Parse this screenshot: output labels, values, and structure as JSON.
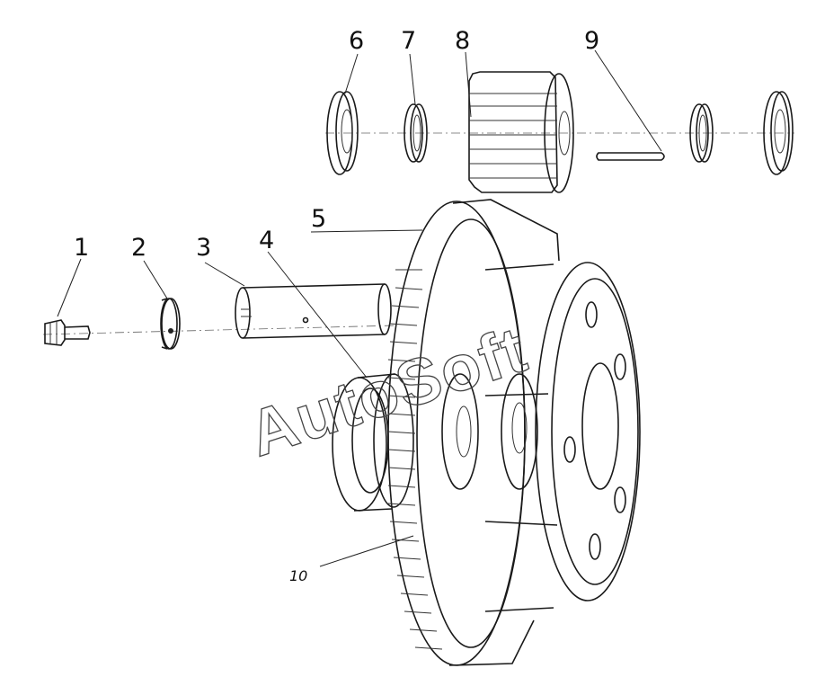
{
  "callouts": {
    "p1": "1",
    "p2": "2",
    "p3": "3",
    "p4": "4",
    "p5": "5",
    "p6": "6",
    "p7": "7",
    "p8": "8",
    "p9": "9",
    "p10": "10"
  },
  "watermark": "AutoSoft"
}
